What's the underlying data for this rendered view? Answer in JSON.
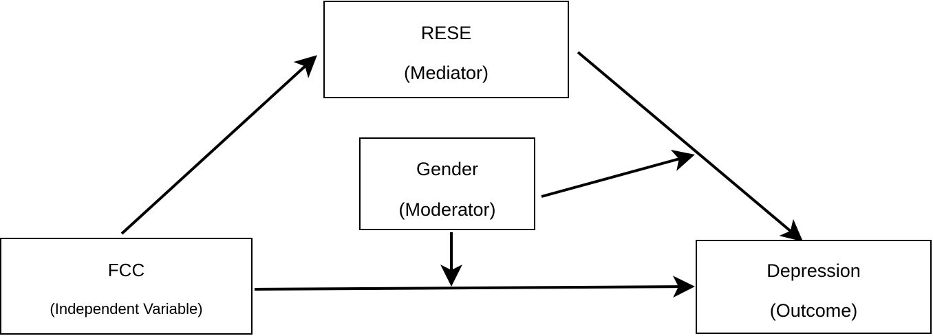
{
  "diagram": {
    "nodes": {
      "rese": {
        "name": "RESE",
        "role": "(Mediator)"
      },
      "gender": {
        "name": "Gender",
        "role": "(Moderator)"
      },
      "fcc": {
        "name": "FCC",
        "role": "(Independent Variable)"
      },
      "depression": {
        "name": "Depression",
        "role": "(Outcome)"
      }
    },
    "edges": [
      {
        "from": "fcc",
        "to": "rese"
      },
      {
        "from": "rese",
        "to": "depression"
      },
      {
        "from": "fcc",
        "to": "depression"
      },
      {
        "from": "gender",
        "to": "rese-depression-path"
      },
      {
        "from": "gender",
        "to": "fcc-depression-path"
      }
    ],
    "line_color": "#000000"
  }
}
